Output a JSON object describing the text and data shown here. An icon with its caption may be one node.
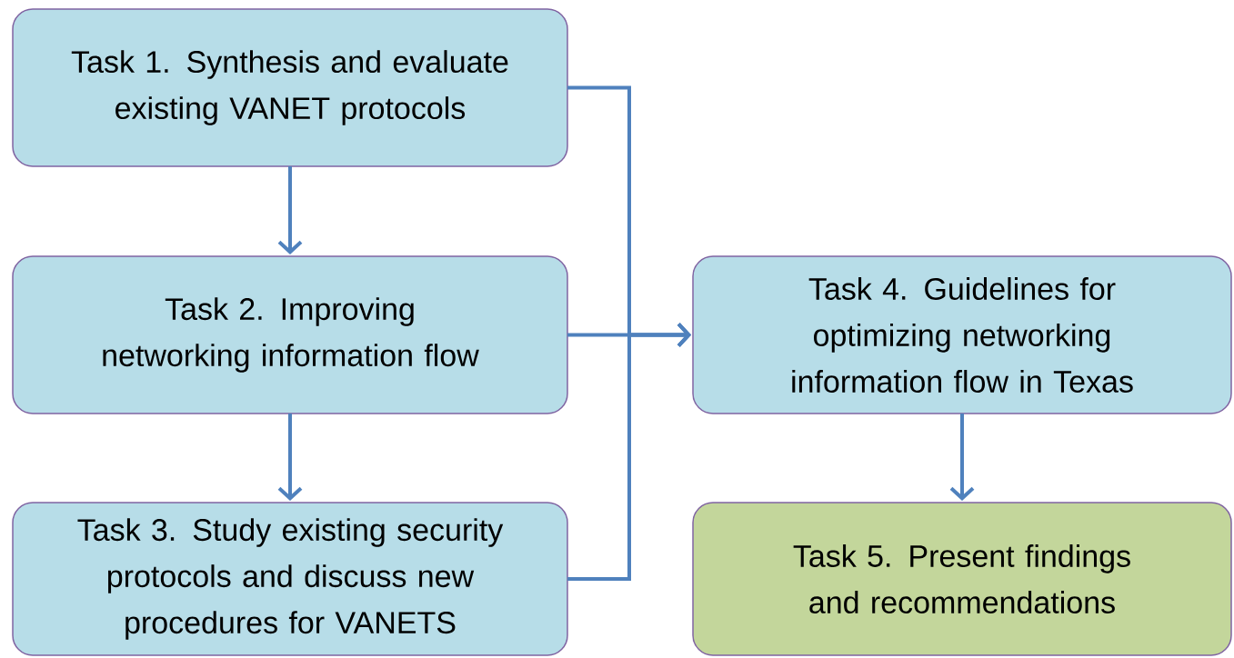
{
  "diagram": {
    "nodes": [
      {
        "text": [
          "Task 1. Synthesis and evaluate existing VANET protocols"
        ]
      },
      {
        "text": [
          "Task 2. Improving networking information flow"
        ]
      },
      {
        "text": [
          "Task 3. Study existing security protocols and discuss new procedures for VANETS"
        ]
      },
      {
        "text": [
          "Task 4. Guidelines for optimizing networking information flow in Texas"
        ]
      },
      {
        "text": [
          "Task 5. Present findings and recommendations"
        ]
      }
    ],
    "edges": [
      {
        "from": 0,
        "to": 1,
        "arrow": "to"
      },
      {
        "from": 1,
        "to": 2,
        "arrow": "to"
      },
      {
        "from": 0,
        "to": 3,
        "arrow": "to"
      },
      {
        "from": 1,
        "to": 3,
        "arrow": "to"
      },
      {
        "from": 2,
        "to": 3,
        "arrow": "to"
      },
      {
        "from": 3,
        "to": 4,
        "arrow": "to"
      }
    ]
  }
}
